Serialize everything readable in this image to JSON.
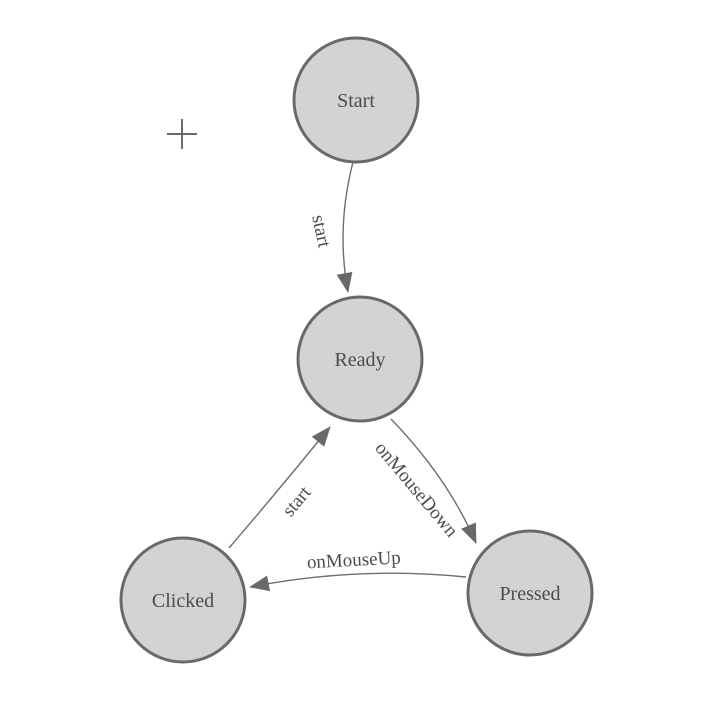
{
  "canvas": {
    "background": "#ffffff"
  },
  "colors": {
    "node_fill": "#d3d3d3",
    "node_border": "#696969",
    "edge_line": "#6e6e6e",
    "arrowhead": "#696969",
    "label_text": "#4b4b50",
    "crosshair": "#6b6b6b"
  },
  "diagram": {
    "type": "state-machine",
    "nodes": [
      {
        "id": "start",
        "label": "Start"
      },
      {
        "id": "ready",
        "label": "Ready"
      },
      {
        "id": "clicked",
        "label": "Clicked"
      },
      {
        "id": "pressed",
        "label": "Pressed"
      }
    ],
    "edges": [
      {
        "from": "Start",
        "to": "Ready",
        "label": "start"
      },
      {
        "from": "Ready",
        "to": "Pressed",
        "label": "onMouseDown"
      },
      {
        "from": "Pressed",
        "to": "Clicked",
        "label": "onMouseUp"
      },
      {
        "from": "Clicked",
        "to": "Ready",
        "label": "start"
      }
    ]
  },
  "icons": {
    "crosshair_plus": "+"
  }
}
